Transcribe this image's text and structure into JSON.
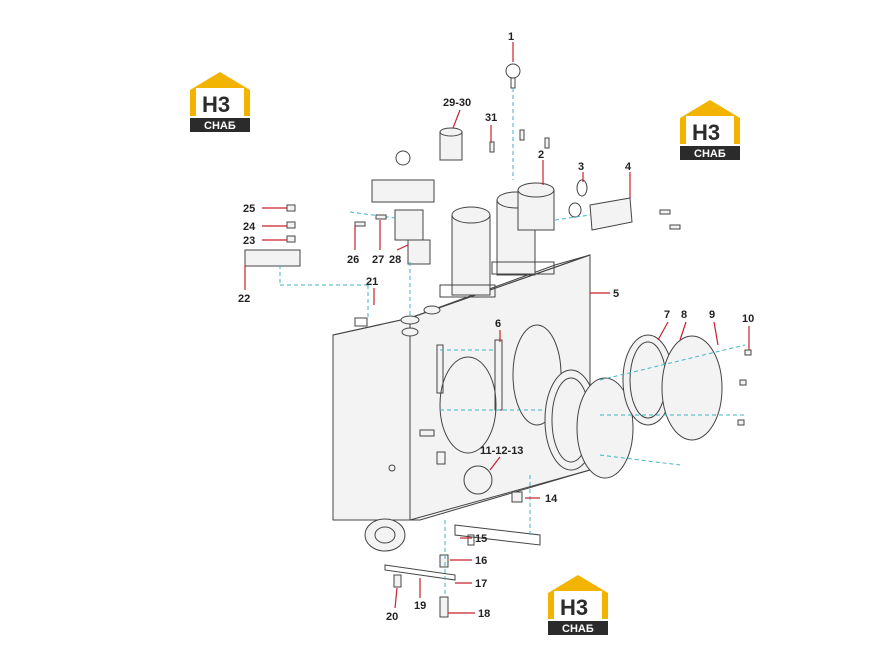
{
  "logos": [
    {
      "id": "top-left",
      "mark": "H3",
      "word": "СНАБ"
    },
    {
      "id": "top-right",
      "mark": "H3",
      "word": "СНАБ"
    },
    {
      "id": "bottom-center",
      "mark": "H3",
      "word": "СНАБ"
    }
  ],
  "colors": {
    "brand_yellow": "#f2b400",
    "brand_dark": "#2b2b2b",
    "guide_line": "#3fb6c8",
    "leader": "#c8202a"
  },
  "part_labels": {
    "p1": "1",
    "p2": "2",
    "p3": "3",
    "p4": "4",
    "p5": "5",
    "p6": "6",
    "p7": "7",
    "p8": "8",
    "p9": "9",
    "p10": "10",
    "p11_13": "11-12-13",
    "p14": "14",
    "p15": "15",
    "p16": "16",
    "p17": "17",
    "p18": "18",
    "p19": "19",
    "p20": "20",
    "p21": "21",
    "p22": "22",
    "p23": "23",
    "p24": "24",
    "p25": "25",
    "p26": "26",
    "p27": "27",
    "p28": "28",
    "p29_30": "29-30",
    "p31": "31"
  }
}
